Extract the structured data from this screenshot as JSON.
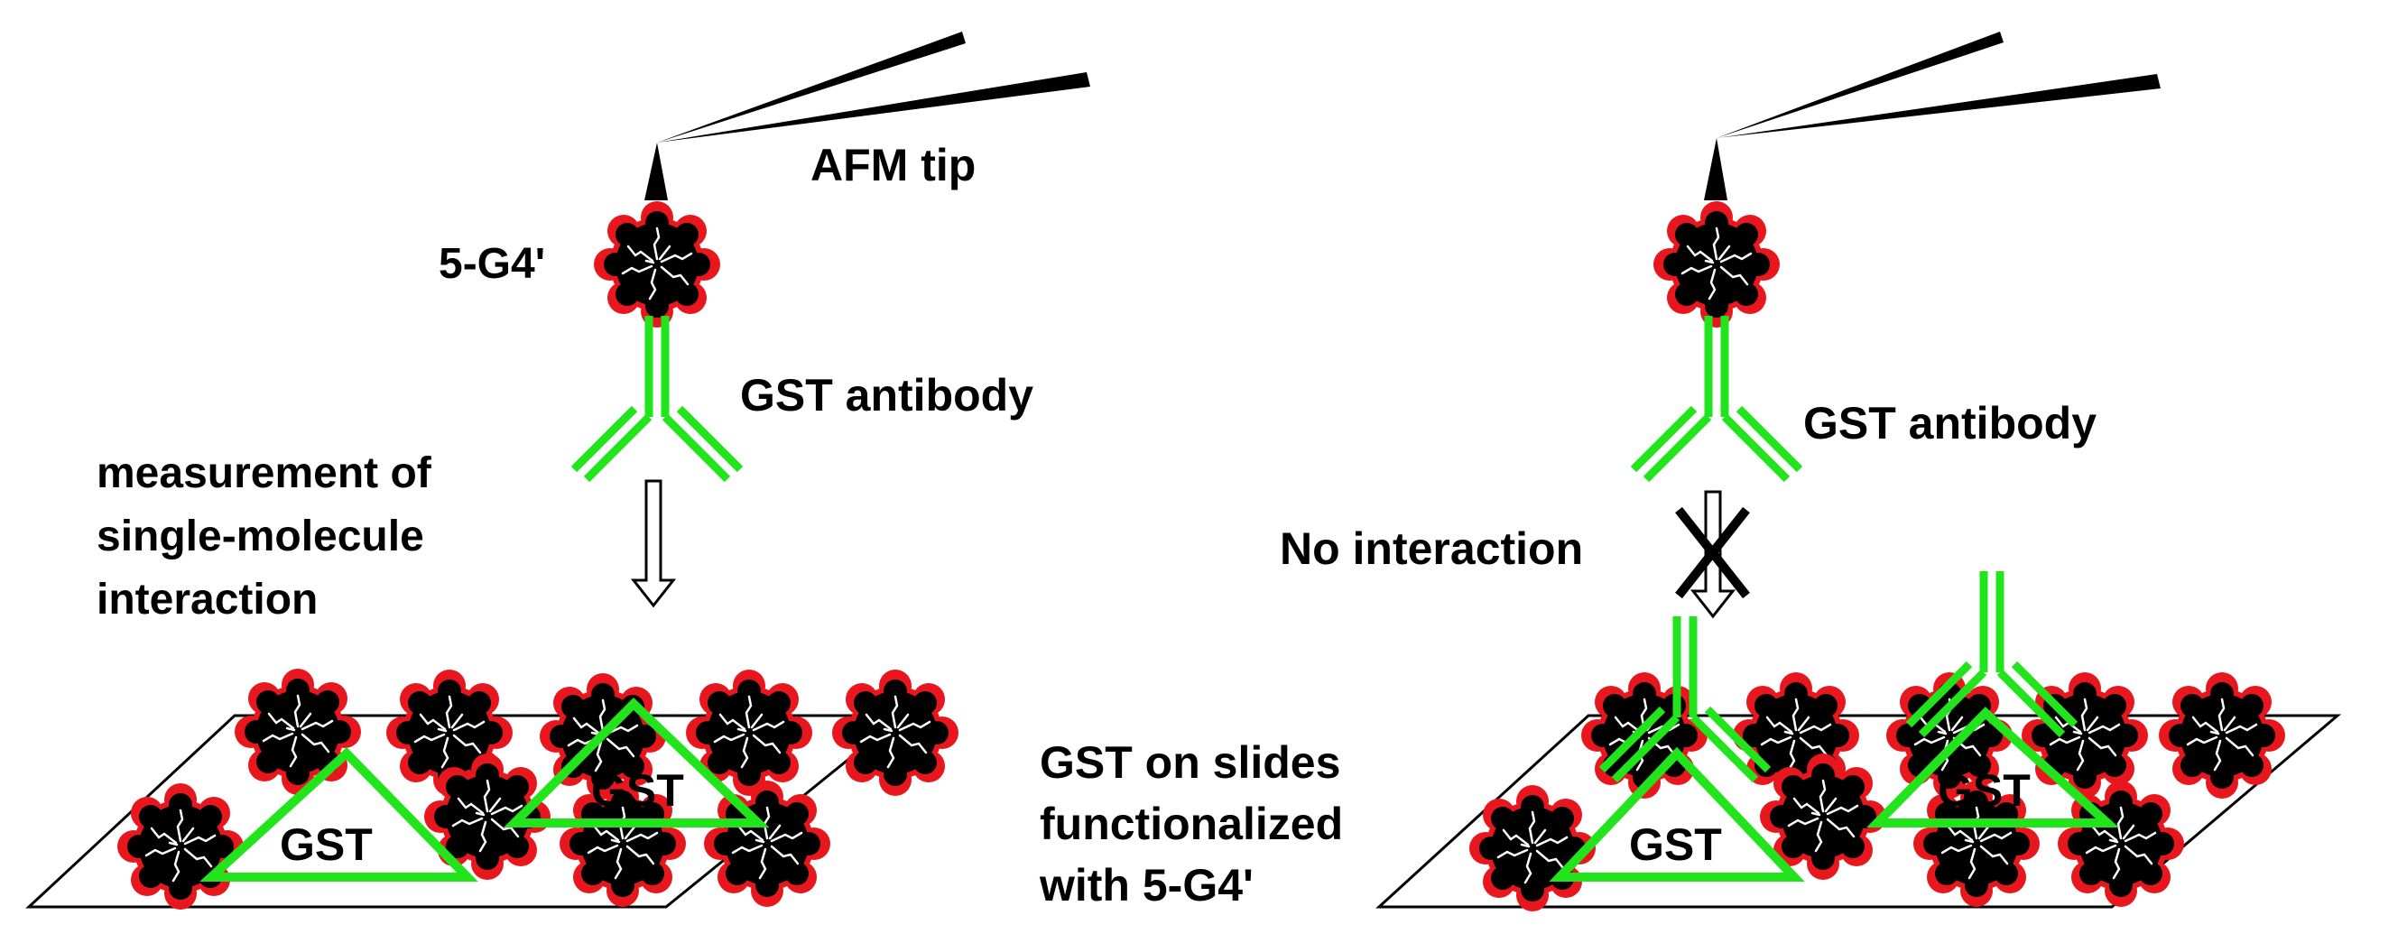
{
  "labels": {
    "afm_tip": "AFM tip",
    "molecule_left": "5-G4'",
    "antibody_left": "GST antibody",
    "measurement_line1": "measurement of",
    "measurement_line2": "single-molecule",
    "measurement_line3": "interaction",
    "gst_left_a": "GST",
    "gst_left_b": "GST",
    "slides_line1": "GST on slides",
    "slides_line2": "functionalized",
    "slides_line3": "with 5-G4'",
    "antibody_right": "GST antibody",
    "no_interaction": "No interaction",
    "gst_right_a": "GST",
    "gst_right_b": "GST"
  },
  "colors": {
    "antibody": "#22e41c",
    "molecule_outline": "#e8161d",
    "molecule_core": "#000000",
    "outline": "#000000"
  },
  "icons": [
    "afm-tip-icon",
    "molecule-icon",
    "antibody-icon",
    "gst-triangle-icon",
    "arrow-down-icon",
    "cross-icon"
  ]
}
